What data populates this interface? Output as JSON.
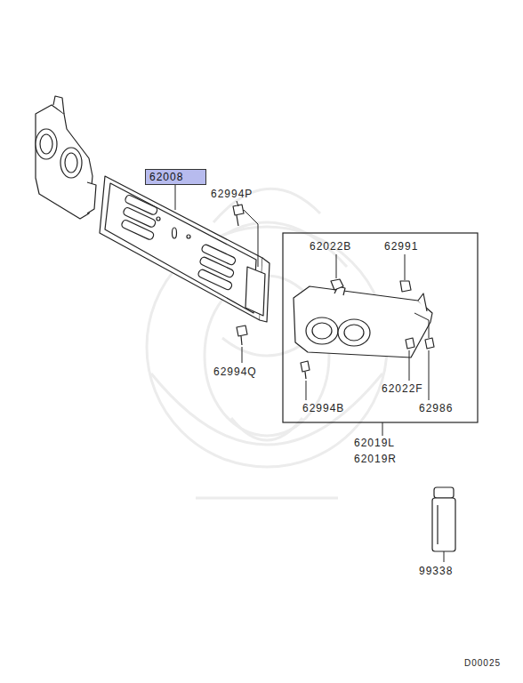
{
  "diagram": {
    "nodes": [
      {
        "text": [
          "62008"
        ]
      }
    ],
    "labels": [
      "62994P",
      "62022B",
      "62991",
      "62994Q",
      "62022F",
      "62986",
      "62994B",
      "62019L",
      "62019R",
      "99338",
      "D00025"
    ]
  }
}
